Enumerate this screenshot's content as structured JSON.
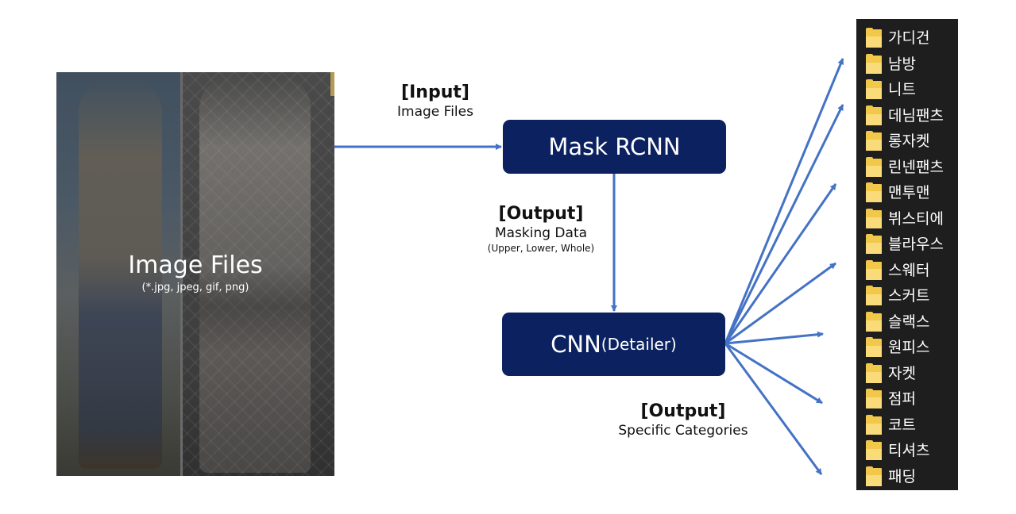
{
  "photo": {
    "title": "Image Files",
    "subtitle": "(*.jpg, jpeg, gif, png)"
  },
  "input_label": {
    "heading": "[Input]",
    "text": "Image Files"
  },
  "mask_rcnn": {
    "label": "Mask RCNN"
  },
  "output_masking": {
    "heading": "[Output]",
    "text": "Masking Data",
    "detail": "(Upper, Lower, Whole)"
  },
  "cnn": {
    "label": "CNN",
    "sub_label": "(Detailer)"
  },
  "output_categories": {
    "heading": "[Output]",
    "text": "Specific Categories"
  },
  "categories": [
    "가디건",
    "남방",
    "니트",
    "데님팬츠",
    "롱자켓",
    "린넨팬츠",
    "맨투맨",
    "뷔스티에",
    "블라우스",
    "스웨터",
    "스커트",
    "슬랙스",
    "원피스",
    "자켓",
    "점퍼",
    "코트",
    "티셔츠",
    "패딩"
  ],
  "colors": {
    "box": "#0b2160",
    "arrow": "#4472c4",
    "folder": "#f2c84b",
    "list_bg": "#1e1e1e"
  }
}
